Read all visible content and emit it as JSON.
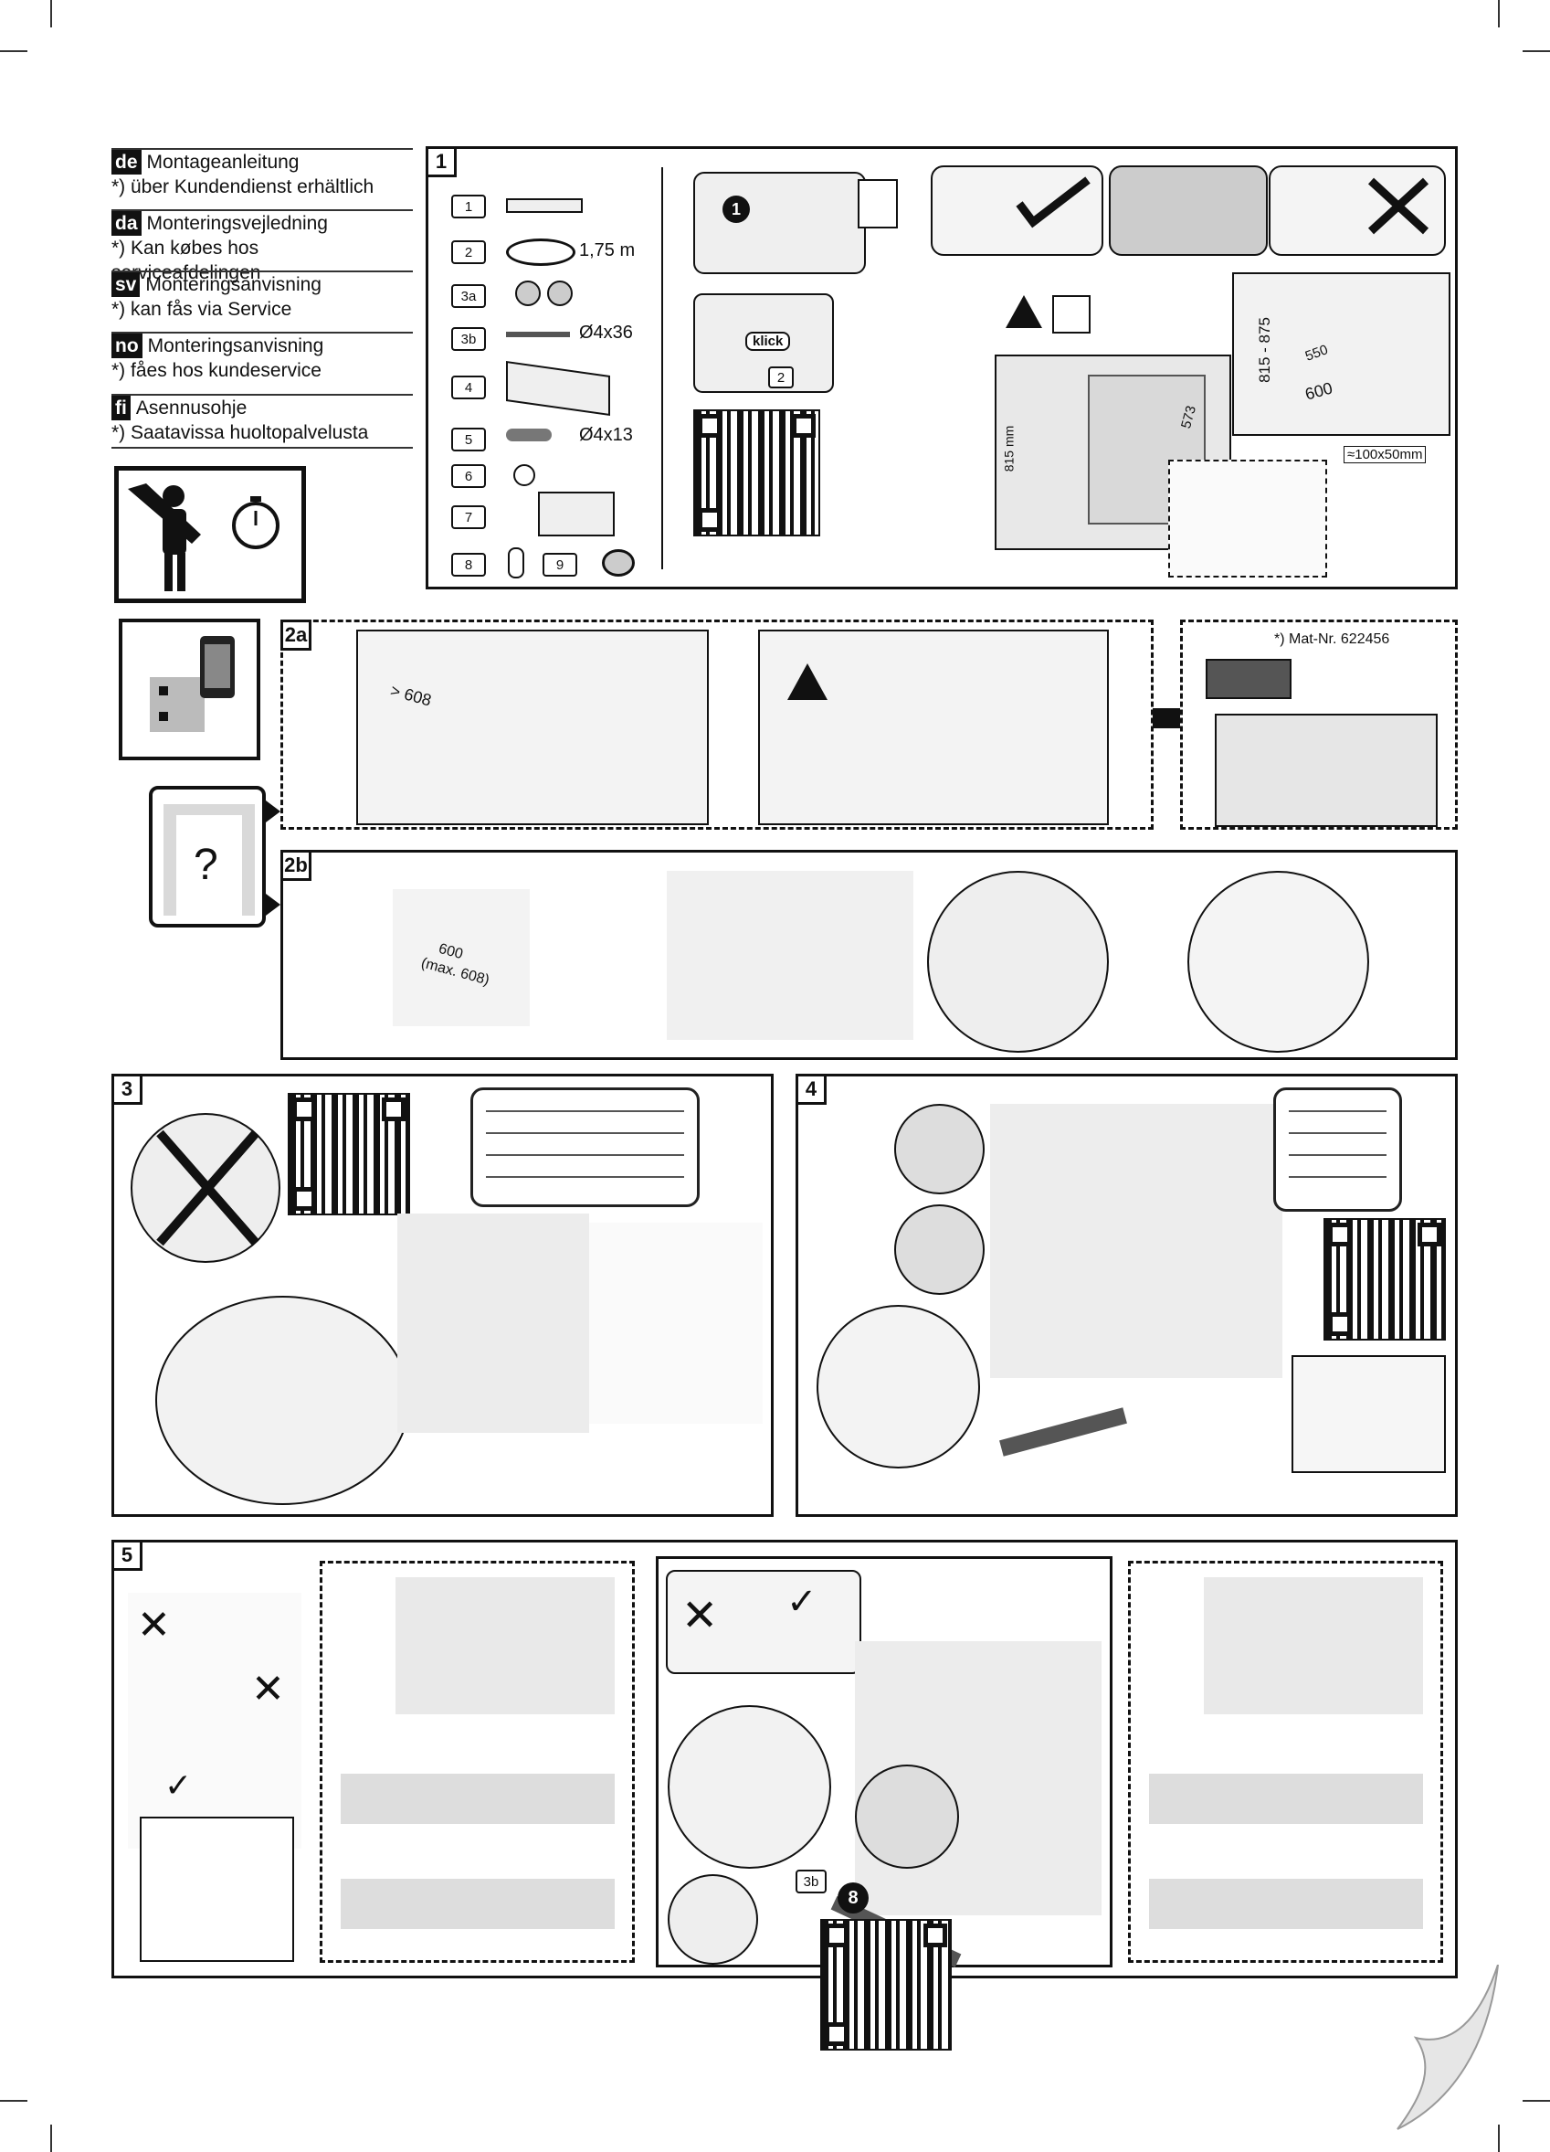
{
  "languages": [
    {
      "code": "de",
      "title": "Montageanleitung",
      "note": "*) über Kundendienst erhältlich"
    },
    {
      "code": "da",
      "title": "Monteringsvejledning",
      "note": "*) Kan købes hos serviceafdelingen"
    },
    {
      "code": "sv",
      "title": "Monteringsanvisning",
      "note": "*) kan fås via Service"
    },
    {
      "code": "no",
      "title": "Monteringsanvisning",
      "note": "*) fåes hos kundeservice"
    },
    {
      "code": "fi",
      "title": "Asennusohje",
      "note": "*) Saatavissa huoltopalvelusta"
    }
  ],
  "steps": {
    "s1": "1",
    "s2a": "2a",
    "s2b": "2b",
    "s3": "3",
    "s4": "4",
    "s5": "5"
  },
  "parts": {
    "p1": "1",
    "p2": "2",
    "p2_len": "1,75 m",
    "p3a": "3a",
    "p3b": "3b",
    "p3b_size": "Ø4x36",
    "p4": "4",
    "p5": "5",
    "p5_size": "Ø4x13",
    "p6": "6",
    "p7": "7",
    "p8": "8",
    "p9": "9"
  },
  "step1": {
    "badge1": "1",
    "klick": "klick",
    "part2": "2",
    "dim_815_875": "815 - 875",
    "dim_550": "550",
    "dim_600": "600",
    "dim_573": "573",
    "dim_815mm": "815 mm",
    "dim_100x50": "≈100x50mm"
  },
  "step2a": {
    "dim_608": "> 608",
    "mat_nr": "*) Mat-Nr. 622456",
    "question": "?"
  },
  "step2b": {
    "dim_600": "600",
    "dim_max": "(max. 608)"
  },
  "step5": {
    "part3b": "3b",
    "badge8": "8",
    "check": "✓",
    "cross": "✕"
  },
  "colors": {
    "ink": "#111111",
    "panel_gray": "#d9d9d9"
  }
}
